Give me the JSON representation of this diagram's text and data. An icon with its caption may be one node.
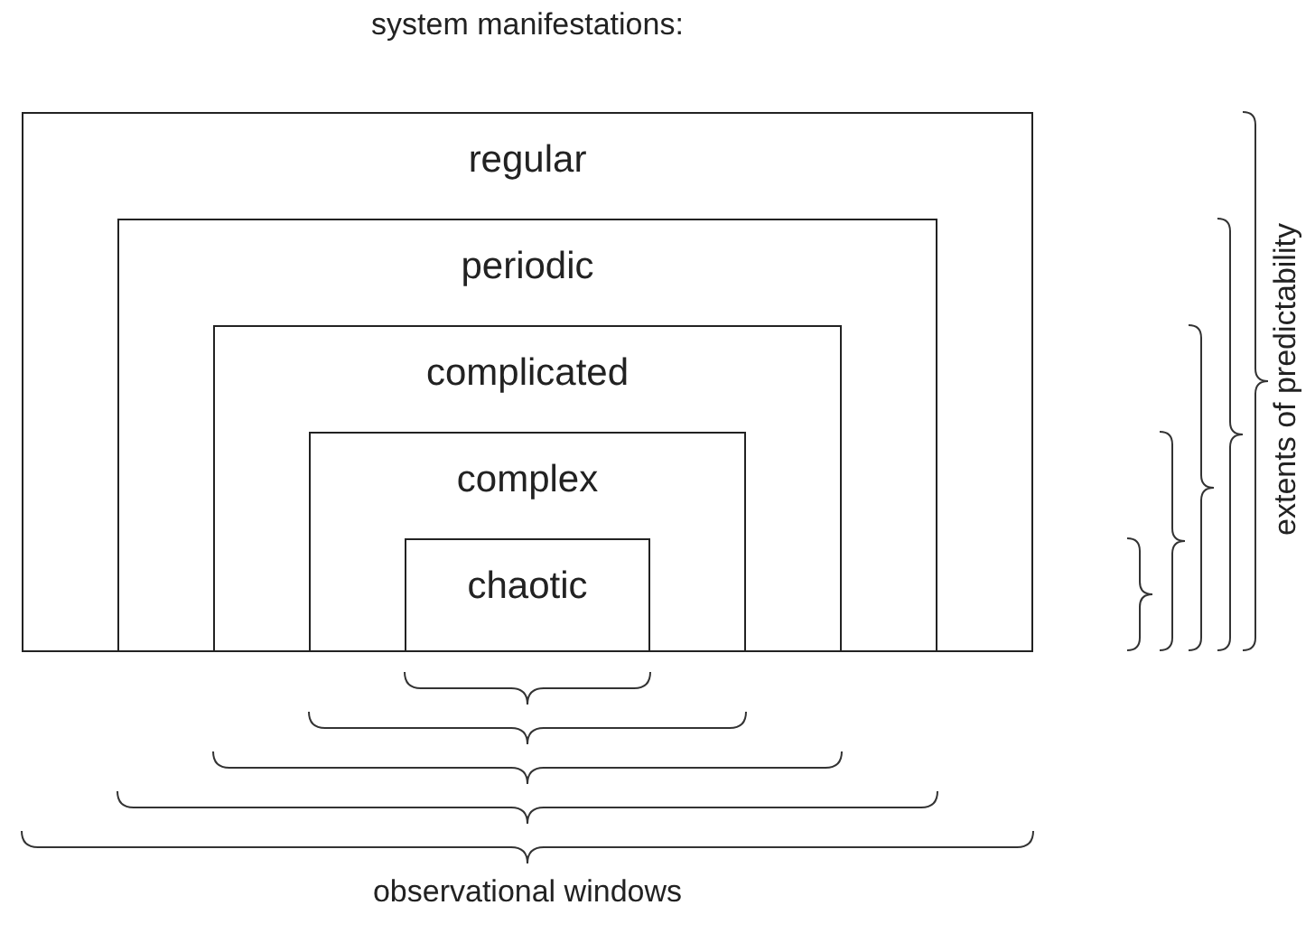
{
  "diagram": {
    "title": "system manifestations:",
    "nodes": [
      {
        "text": [
          "regular"
        ]
      },
      {
        "text": [
          "periodic"
        ],
        "in": 0
      },
      {
        "text": [
          "complicated"
        ],
        "in": 1
      },
      {
        "text": [
          "complex"
        ],
        "in": 2
      },
      {
        "text": [
          "chaotic"
        ],
        "in": 3
      }
    ],
    "labels": [
      "observational windows",
      "extents of predictability"
    ]
  }
}
